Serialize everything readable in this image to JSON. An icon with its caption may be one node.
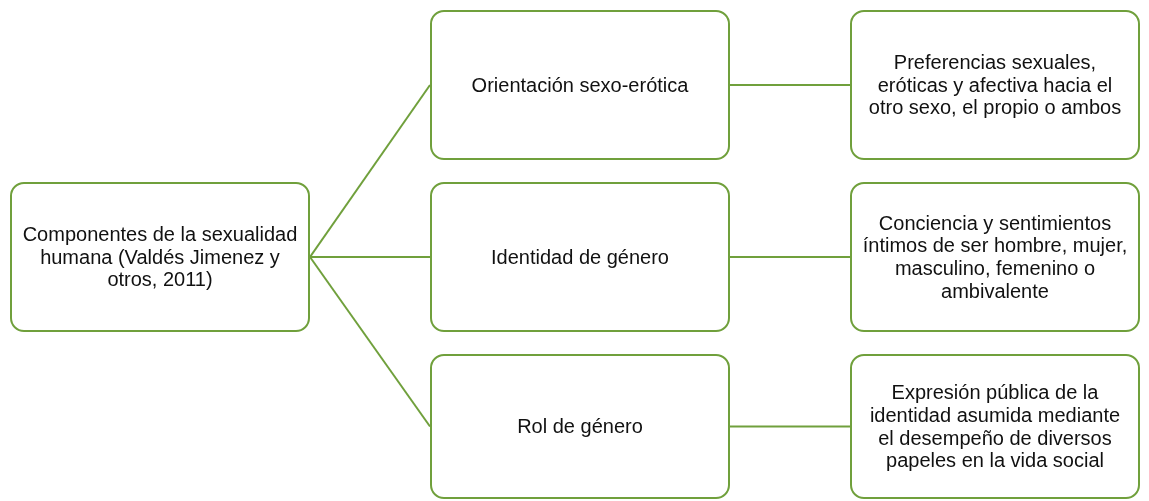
{
  "diagram": {
    "nodes": [
      {
        "text": [
          "Componentes de la sexualidad humana (Valdés Jimenez y otros, 2011)"
        ]
      },
      {
        "text": [
          "Orientación sexo-erótica"
        ]
      },
      {
        "text": [
          "Preferencias sexuales, eróticas y afectiva hacia el otro sexo, el propio o ambos"
        ]
      },
      {
        "text": [
          "Identidad de género"
        ]
      },
      {
        "text": [
          "Conciencia y sentimientos íntimos de ser hombre, mujer, masculino, femenino o ambivalente"
        ]
      },
      {
        "text": [
          "Rol de género"
        ]
      },
      {
        "text": [
          "Expresión pública de la identidad asumida mediante el desempeño de diversos papeles en la vida social"
        ]
      }
    ],
    "edges": [
      {
        "from": 0,
        "to": 1,
        "arrow": "none"
      },
      {
        "from": 0,
        "to": 3,
        "arrow": "none"
      },
      {
        "from": 0,
        "to": 5,
        "arrow": "none"
      },
      {
        "from": 1,
        "to": 2,
        "arrow": "none"
      },
      {
        "from": 3,
        "to": 4,
        "arrow": "none"
      },
      {
        "from": 5,
        "to": 6,
        "arrow": "none"
      }
    ]
  }
}
